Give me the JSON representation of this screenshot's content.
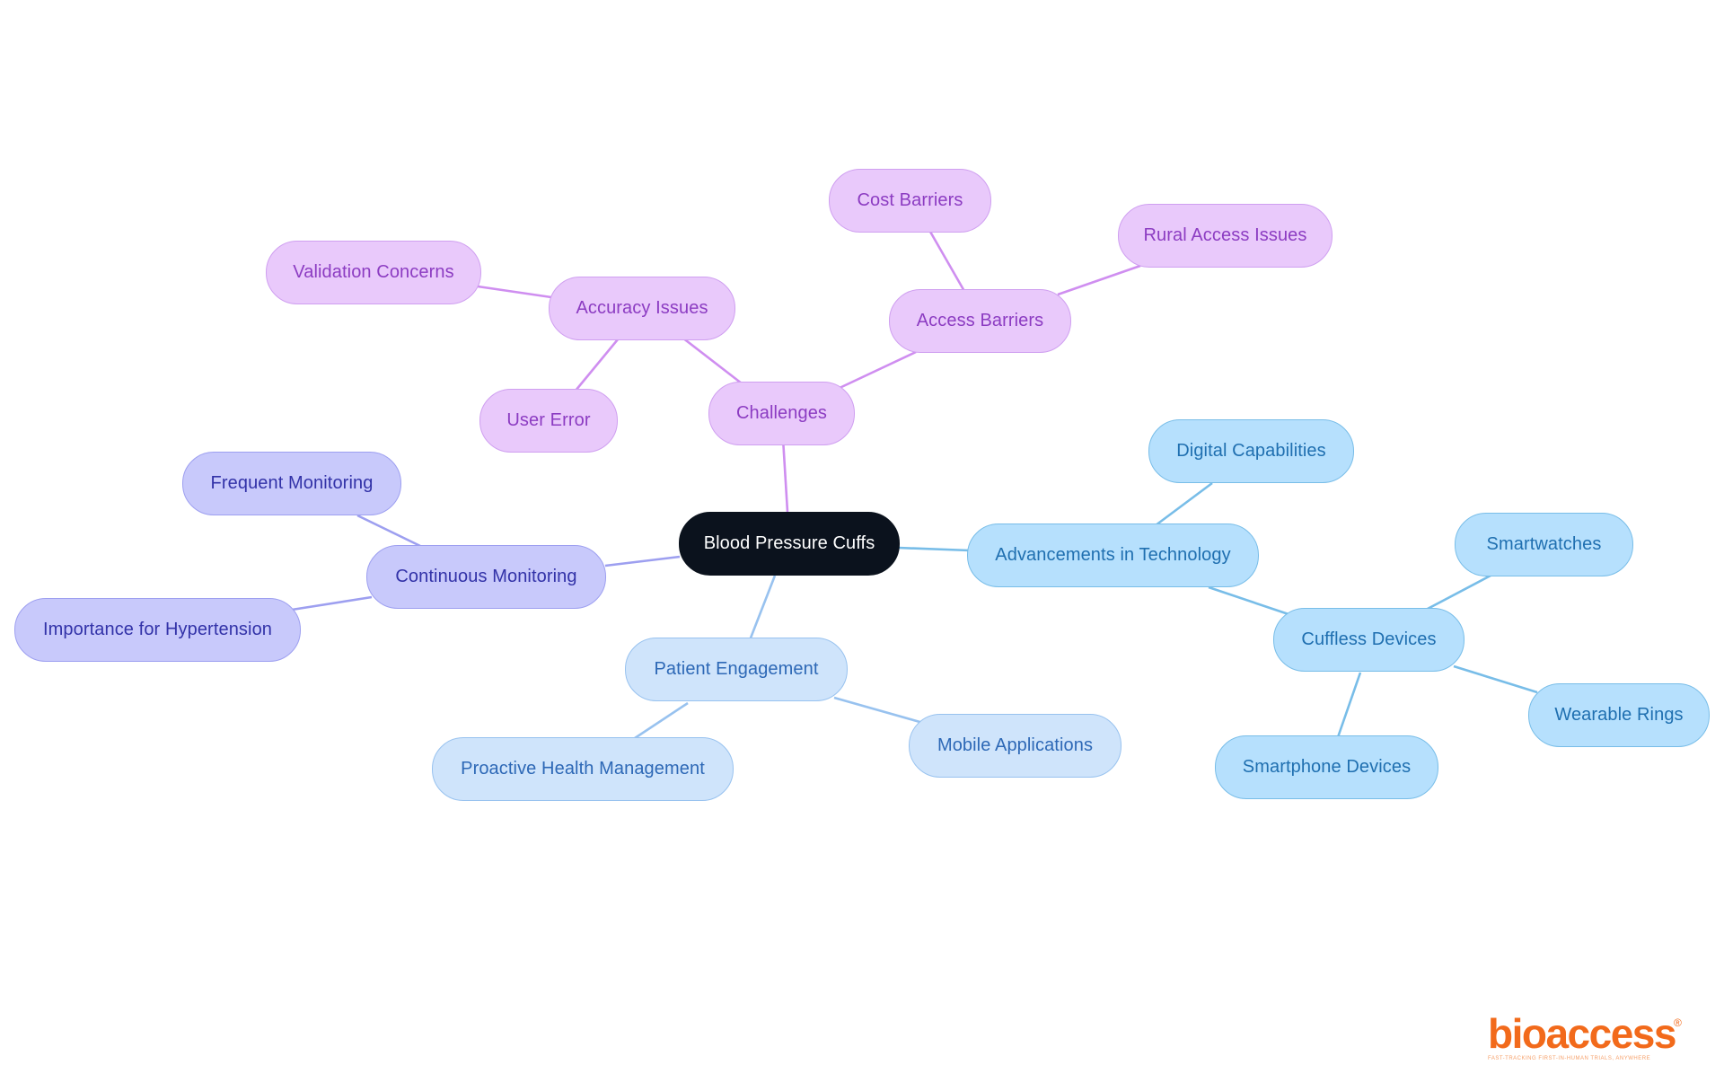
{
  "diagram": {
    "root": {
      "label": "Blood Pressure Cuffs"
    },
    "challenges": {
      "label": "Challenges",
      "accuracy_issues": {
        "label": "Accuracy Issues",
        "validation_concerns": "Validation Concerns",
        "user_error": "User Error"
      },
      "access_barriers": {
        "label": "Access Barriers",
        "cost_barriers": "Cost Barriers",
        "rural_access_issues": "Rural Access Issues"
      }
    },
    "continuous_monitoring": {
      "label": "Continuous Monitoring",
      "frequent_monitoring": "Frequent Monitoring",
      "importance_for_hypertension": "Importance for Hypertension"
    },
    "patient_engagement": {
      "label": "Patient Engagement",
      "proactive_health_management": "Proactive Health Management",
      "mobile_applications": "Mobile Applications"
    },
    "advancements_in_technology": {
      "label": "Advancements in Technology",
      "digital_capabilities": "Digital Capabilities",
      "cuffless_devices": {
        "label": "Cuffless Devices",
        "smartwatches": "Smartwatches",
        "wearable_rings": "Wearable Rings",
        "smartphone_devices": "Smartphone Devices"
      }
    }
  },
  "colors": {
    "root_fill": "#0b121d",
    "challenges_fill": "#e9c9fb",
    "challenges_line": "#cf8ef0",
    "monitoring_fill": "#c8c9fb",
    "monitoring_line": "#9d9ff0",
    "engagement_fill": "#cfe4fb",
    "engagement_line": "#98c2ef",
    "technology_fill": "#b6e0fd",
    "technology_line": "#78bde8"
  },
  "logo": {
    "name": "bioaccess",
    "registered_mark": "®",
    "tagline": "FAST-TRACKING FIRST-IN-HUMAN TRIALS, ANYWHERE"
  }
}
